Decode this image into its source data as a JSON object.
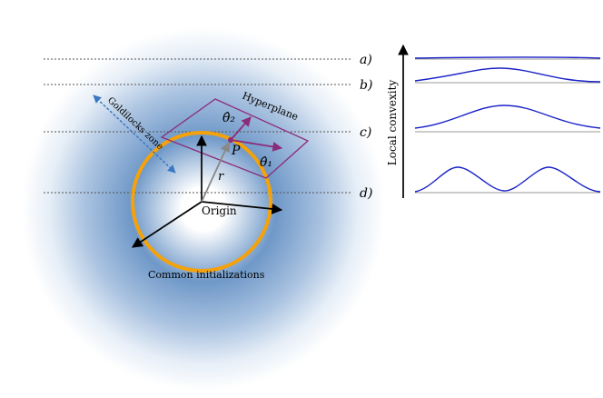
{
  "labels": {
    "goldilocks": "Goldilocks zone",
    "hyperplane": "Hyperplane",
    "origin": "Origin",
    "common_init": "Common initializations",
    "theta1": "θ̂₁",
    "theta2": "θ̂₂",
    "point": "P",
    "radius": "r",
    "local_convexity": "Local convexity"
  },
  "slices": [
    {
      "id": "a",
      "label": "a)"
    },
    {
      "id": "b",
      "label": "b)"
    },
    {
      "id": "c",
      "label": "c)"
    },
    {
      "id": "d",
      "label": "d)"
    }
  ],
  "colors": {
    "goldilocks_glow": "#6f98c8",
    "init_ring": "#f5a20a",
    "hyperplane": "#8b2c7a",
    "goldilocks_arrow": "#3a78c0",
    "curve": "#1a22c8",
    "baseline": "#999999",
    "radius_arrow": "#888888"
  }
}
